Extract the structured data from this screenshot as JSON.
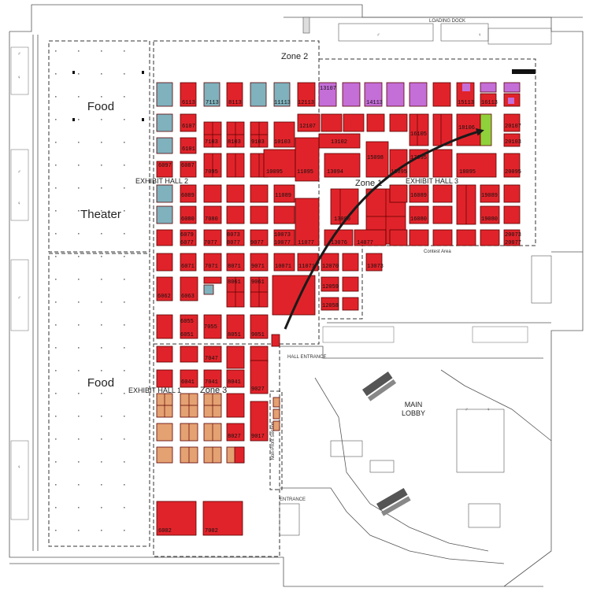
{
  "labels": {
    "food_top": "Food",
    "theater": "Theater",
    "food_bottom": "Food",
    "zone1": "Zone 1",
    "zone2": "Zone 2",
    "zone3": "Zone 3",
    "exhibit_hall_1": "EXHIBIT HALL 1",
    "exhibit_hall_2": "EXHIBIT HALL 2",
    "exhibit_hall_3": "EXHIBIT HALL 3",
    "main_lobby_1": "MAIN",
    "main_lobby_2": "LOBBY",
    "non_profit": "Non-Profit Section",
    "contest_area": "Contest Area",
    "loading_dock": "LOADING DOCK",
    "hall_entrance": "HALL ENTRANCE",
    "entrance_left": "ENTRANCE"
  },
  "colors": {
    "booth_red": "#e0232a",
    "teal": "#7fb2bd",
    "purple": "#c46ed8",
    "green": "#8fd13a",
    "tan": "#e4a172",
    "arrow": "#1a1a1a"
  },
  "booth_numbers": {
    "b6113": "6113",
    "b7113": "7113",
    "b8113": "8113",
    "b11113": "11113",
    "b12113": "12113",
    "b13107": "13107",
    "b14113": "14113",
    "b15113": "15113",
    "b16113": "16113",
    "b6107": "6107",
    "b7103": "7103",
    "b8103": "8103",
    "b9103": "9103",
    "b10103": "10103",
    "b12107": "12107",
    "b13102": "13102",
    "b16105": "16105",
    "b18106": "18106",
    "b20107": "20107",
    "b20103": "20103",
    "b6101": "6101",
    "b6097": "6097",
    "b6087": "6087",
    "b7095": "7095",
    "b10095": "10095",
    "b11095": "11095",
    "b13094": "13094",
    "b15098": "15098",
    "b16095": "16095",
    "b17095": "17095",
    "b18095": "18095",
    "b20095": "20095",
    "b6089": "6089",
    "b11089": "11089",
    "b15089": "15089",
    "b16089": "16089",
    "b19089": "19089",
    "b6080": "6080",
    "b7080": "7080",
    "b13080": "13080",
    "b16080": "16080",
    "b19080": "19080",
    "b6079": "6079",
    "b6077": "6077",
    "b7077": "7077",
    "b8073": "8073",
    "b8077": "8077",
    "b9077": "9077",
    "b10073": "10073",
    "b10077": "10077",
    "b11077": "11077",
    "b13076": "13076",
    "b14077": "14077",
    "b20073": "20073",
    "b20077": "20077",
    "b6071": "6071",
    "b7071": "7071",
    "b8071": "8071",
    "b9071": "9071",
    "b10071": "10071",
    "b11071": "11071",
    "b12070": "12070",
    "b13073": "13073",
    "b6062": "6062",
    "b6063": "6063",
    "b8061": "8061",
    "b9061": "9061",
    "b12059": "12059",
    "b12058": "12058",
    "b6055": "6055",
    "b6051": "6051",
    "b7055": "7055",
    "b8051": "8051",
    "b9051": "9051",
    "b7047": "7047",
    "b6041": "6041",
    "b7041": "7041",
    "b8041": "8041",
    "b9027": "9027",
    "b8027": "8027",
    "b9017": "9017",
    "b6002": "6002",
    "b7002": "7002"
  }
}
